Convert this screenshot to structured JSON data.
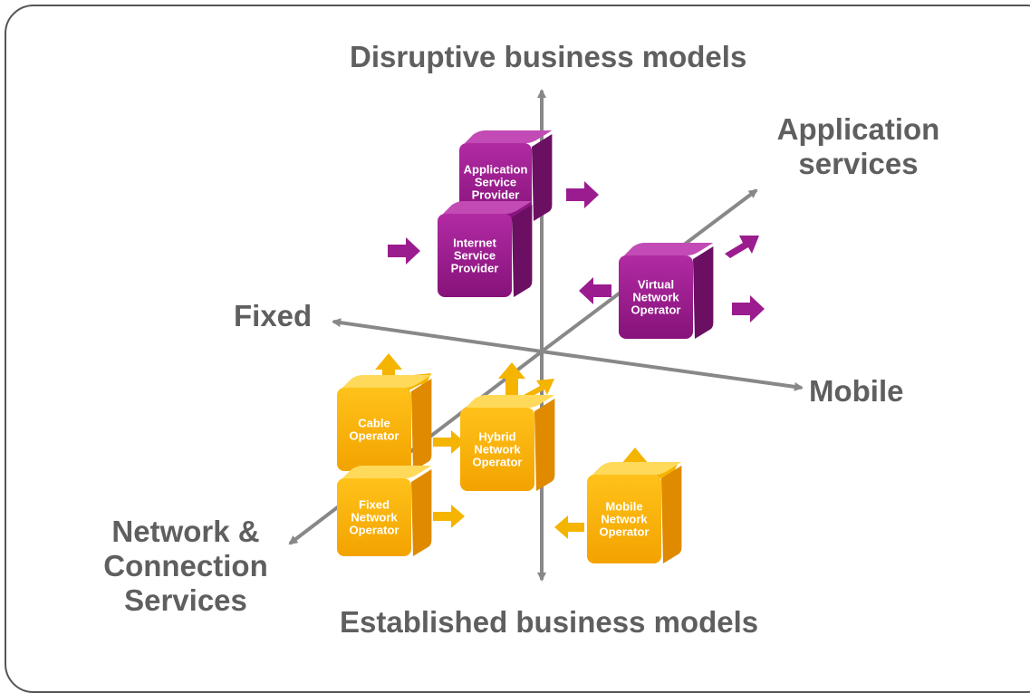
{
  "axes": {
    "top": "Disruptive business models",
    "bottom": "Established business models",
    "left": "Fixed",
    "right": "Mobile",
    "depth_front": "Network & Connection Services",
    "depth_back": "Application services"
  },
  "cubes": [
    {
      "id": "asp",
      "lines": [
        "Application",
        "Service",
        "Provider"
      ],
      "color": "purple"
    },
    {
      "id": "isp",
      "lines": [
        "Internet",
        "Service",
        "Provider"
      ],
      "color": "purple"
    },
    {
      "id": "vno",
      "lines": [
        "Virtual",
        "Network",
        "Operator"
      ],
      "color": "purple"
    },
    {
      "id": "cable",
      "lines": [
        "Cable",
        "Operator"
      ],
      "color": "orange"
    },
    {
      "id": "hybrid",
      "lines": [
        "Hybrid",
        "Network",
        "Operator"
      ],
      "color": "orange"
    },
    {
      "id": "fixed",
      "lines": [
        "Fixed",
        "Network",
        "Operator"
      ],
      "color": "orange"
    },
    {
      "id": "mobile",
      "lines": [
        "Mobile",
        "Network",
        "Operator"
      ],
      "color": "orange"
    }
  ],
  "colors": {
    "purple_front": "#9b1c8e",
    "purple_side": "#6b0f63",
    "purple_top": "#c24bb6",
    "orange_front": "#f5b400",
    "orange_side": "#e08a00",
    "orange_top": "#ffd95a",
    "axis": "#888888",
    "text": "#5f5f5f"
  }
}
